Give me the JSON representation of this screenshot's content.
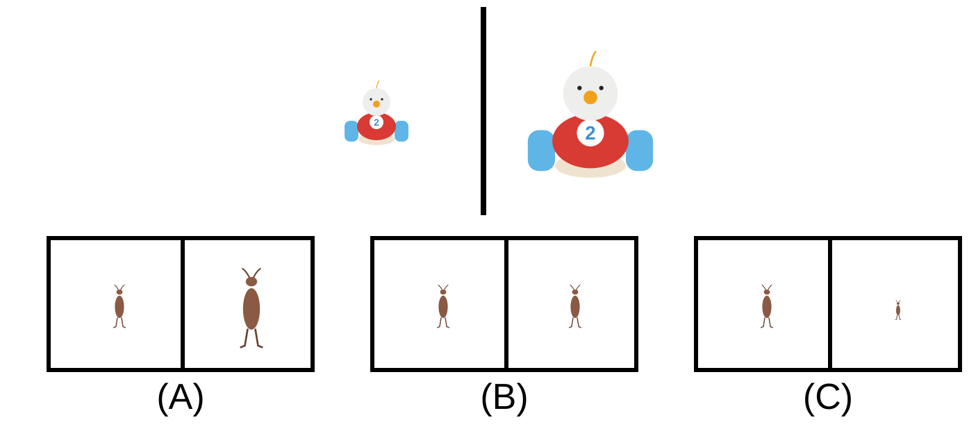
{
  "example": {
    "left_image": "toy-car-chick-small",
    "right_image": "toy-car-chick-large",
    "car_number": "2"
  },
  "options": [
    {
      "label": "(A)",
      "left_image": "ant-small",
      "right_image": "ant-large"
    },
    {
      "label": "(B)",
      "left_image": "ant-small",
      "right_image": "ant-small"
    },
    {
      "label": "(C)",
      "left_image": "ant-small",
      "right_image": "ant-tiny"
    }
  ],
  "colors": {
    "car_body": "#d83a34",
    "car_wheel": "#5fb6e6",
    "car_base": "#efe3cf",
    "chick_head": "#eeeeec",
    "beak": "#f2a11a",
    "number_badge": "#ffffff",
    "number_text": "#3f8fd0",
    "ant": "#8a5a44"
  }
}
